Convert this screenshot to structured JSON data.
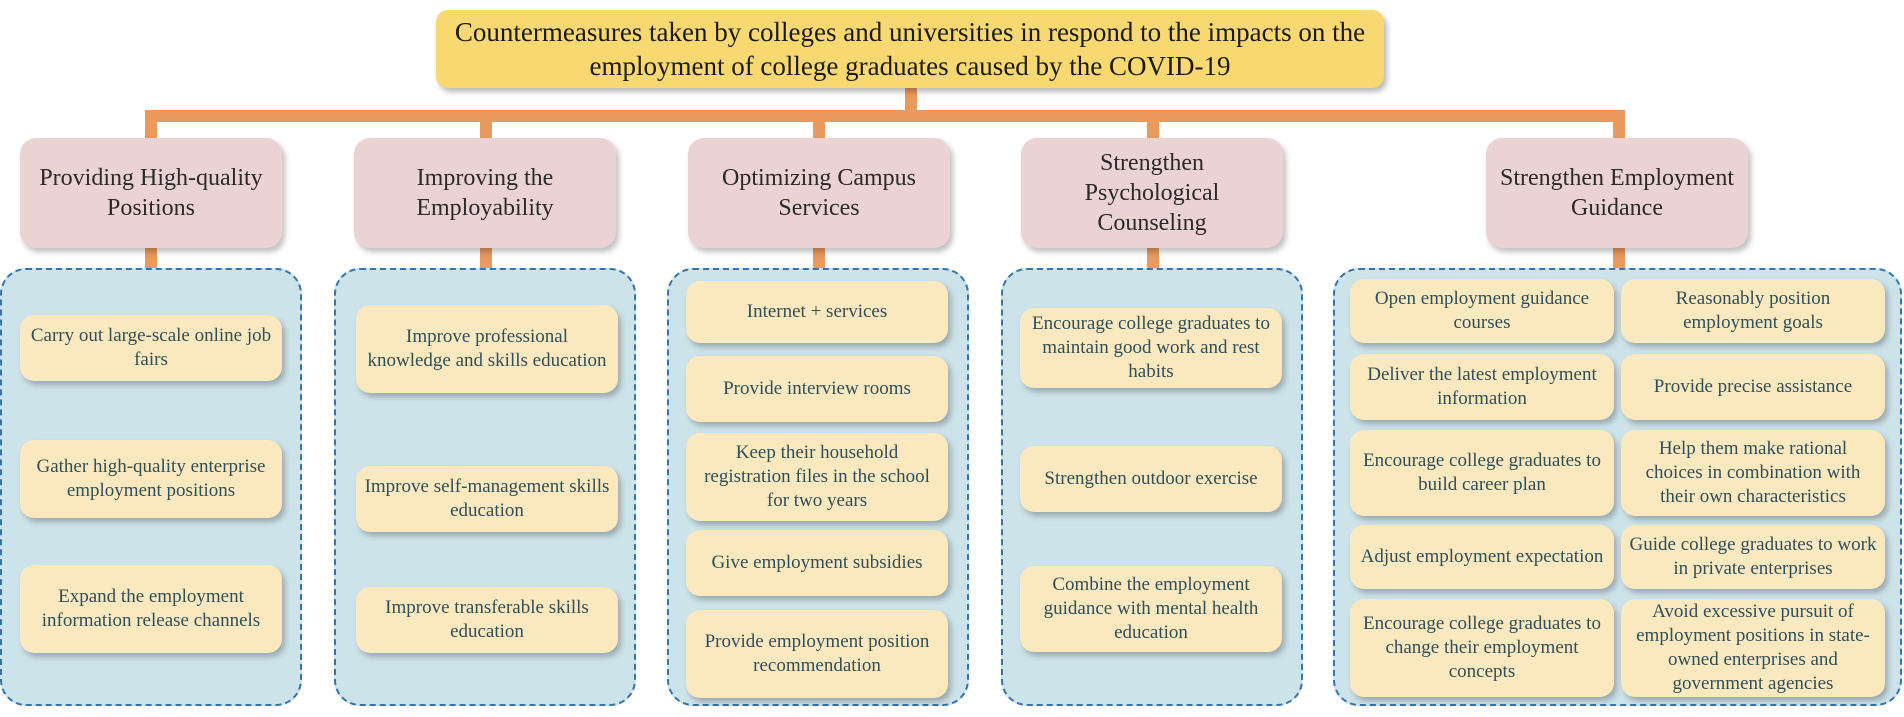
{
  "title": "Countermeasures taken by colleges and universities in respond to the impacts on the employment of college graduates caused by the COVID-19",
  "colors": {
    "title_fill": "#f8d870",
    "connector": "#ea9a5e",
    "heading_fill": "#ecd3d3",
    "panel_fill": "#cde3ea",
    "panel_border": "#3574ac",
    "item_fill": "#fae8bf"
  },
  "branches": [
    {
      "heading": "Providing High-quality Positions",
      "items": [
        "Carry out large-scale online job fairs",
        "Gather high-quality enterprise employment positions",
        "Expand the employment information release channels"
      ]
    },
    {
      "heading": "Improving the Employability",
      "items": [
        "Improve professional knowledge and skills education",
        "Improve self-management skills education",
        "Improve transferable skills education"
      ]
    },
    {
      "heading": "Optimizing Campus Services",
      "items": [
        "Internet + services",
        "Provide interview rooms",
        "Keep their household registration files in the school for two years",
        "Give employment subsidies",
        "Provide employment position recommendation"
      ]
    },
    {
      "heading": "Strengthen Psychological Counseling",
      "items": [
        "Encourage college graduates to maintain good work and rest habits",
        "Strengthen outdoor exercise",
        "Combine the employment guidance with mental health education"
      ]
    },
    {
      "heading": "Strengthen Employment Guidance",
      "items_left": [
        "Open employment guidance courses",
        "Deliver the latest employment information",
        "Encourage college graduates to build career plan",
        "Adjust employment expectation",
        "Encourage college graduates to change their employment concepts"
      ],
      "items_right": [
        "Reasonably position employment goals",
        "Provide precise assistance",
        "Help them make rational choices in combination with their own characteristics",
        "Guide college graduates to work in private enterprises",
        "Avoid excessive pursuit of employment positions in state-owned enterprises and government agencies"
      ]
    }
  ]
}
